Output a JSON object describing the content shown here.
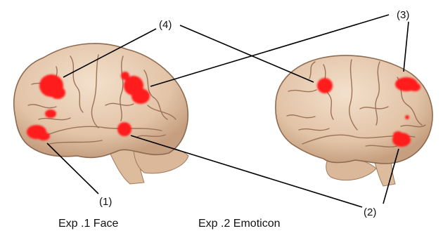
{
  "labels": {
    "region_1": "(1)",
    "region_2": "(2)",
    "region_3": "(3)",
    "region_4": "(4)"
  },
  "captions": {
    "exp1": "Exp .1 Face",
    "exp2": "Exp .2 Emoticon"
  },
  "colors": {
    "activation": "#ff1a1a",
    "brain_fill": "#e8cdb3",
    "brain_shade": "#c9a486",
    "sulcus": "#9c7358",
    "stem": "#d9b99a",
    "leader_line": "#000000"
  }
}
